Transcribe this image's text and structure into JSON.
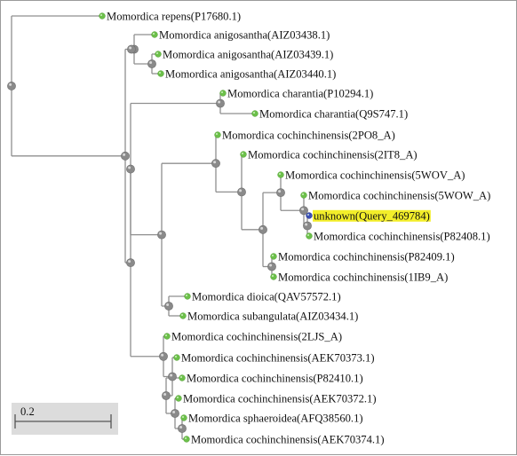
{
  "tree": {
    "leaves": [
      {
        "id": "l1",
        "label": "Momordica repens(P17680.1)"
      },
      {
        "id": "l2",
        "label": "Momordica anigosantha(AIZ03438.1)"
      },
      {
        "id": "l3",
        "label": "Momordica anigosantha(AIZ03439.1)"
      },
      {
        "id": "l4",
        "label": "Momordica anigosantha(AIZ03440.1)"
      },
      {
        "id": "l5",
        "label": "Momordica charantia(P10294.1)"
      },
      {
        "id": "l6",
        "label": "Momordica charantia(Q9S747.1)"
      },
      {
        "id": "l7",
        "label": "Momordica cochinchinensis(2PO8_A)"
      },
      {
        "id": "l8",
        "label": "Momordica cochinchinensis(2IT8_A)"
      },
      {
        "id": "l9",
        "label": "Momordica cochinchinensis(5WOV_A)"
      },
      {
        "id": "l10",
        "label": "Momordica cochinchinensis(5WOW_A)"
      },
      {
        "id": "l11",
        "label": "unknown(Query_469784)",
        "highlight": true
      },
      {
        "id": "l12",
        "label": "Momordica cochinchinensis(P82408.1)"
      },
      {
        "id": "l13",
        "label": "Momordica cochinchinensis(P82409.1)"
      },
      {
        "id": "l14",
        "label": "Momordica cochinchinensis(1IB9_A)"
      },
      {
        "id": "l15",
        "label": "Momordica dioica(QAV57572.1)"
      },
      {
        "id": "l16",
        "label": "Momordica subangulata(AIZ03434.1)"
      },
      {
        "id": "l17",
        "label": "Momordica cochinchinensis(2LJS_A)"
      },
      {
        "id": "l18",
        "label": "Momordica cochinchinensis(AEK70373.1)"
      },
      {
        "id": "l19",
        "label": "Momordica cochinchinensis(P82410.1)"
      },
      {
        "id": "l20",
        "label": "Momordica cochinchinensis(AEK70372.1)"
      },
      {
        "id": "l21",
        "label": "Momordica sphaeroidea(AFQ38560.1)"
      },
      {
        "id": "l22",
        "label": "Momordica cochinchinensis(AEK70374.1)"
      }
    ]
  },
  "scale_bar": {
    "label": "0.2"
  },
  "colors": {
    "leaf_node": "#6cc04a",
    "internal_node": "#8a8a8a",
    "query_node": "#3b4fb5",
    "highlight": "#f3ee2a",
    "edge": "#8f8f8f"
  }
}
